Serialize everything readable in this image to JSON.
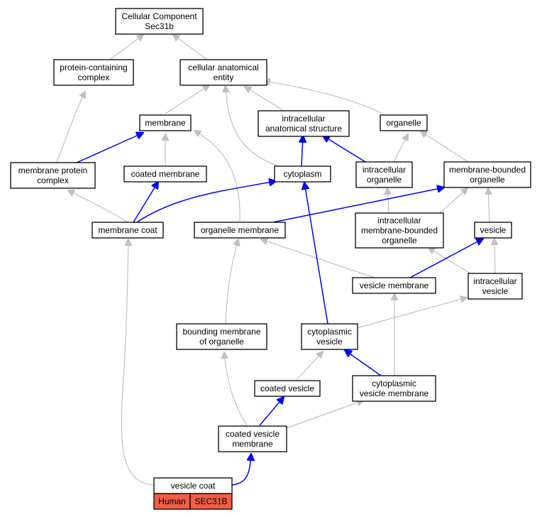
{
  "graph": {
    "nodes": {
      "root": [
        "Cellular Component",
        "Sec31b"
      ],
      "protein_containing_complex": [
        "protein-containing",
        "complex"
      ],
      "cellular_anatomical_entity": [
        "cellular anatomical",
        "entity"
      ],
      "membrane": [
        "membrane"
      ],
      "intracellular_anatomical_structure": [
        "intracellular",
        "anatomical structure"
      ],
      "organelle": [
        "organelle"
      ],
      "membrane_protein_complex": [
        "membrane protein",
        "complex"
      ],
      "coated_membrane": [
        "coated membrane"
      ],
      "cytoplasm": [
        "cytoplasm"
      ],
      "intracellular_organelle": [
        "intracellular",
        "organelle"
      ],
      "membrane_bounded_organelle": [
        "membrane-bounded",
        "organelle"
      ],
      "membrane_coat": [
        "membrane coat"
      ],
      "organelle_membrane": [
        "organelle membrane"
      ],
      "intracellular_membrane_bounded_organelle": [
        "intracellular",
        "membrane-bounded",
        "organelle"
      ],
      "vesicle": [
        "vesicle"
      ],
      "vesicle_membrane": [
        "vesicle membrane"
      ],
      "intracellular_vesicle": [
        "intracellular",
        "vesicle"
      ],
      "bounding_membrane_of_organelle": [
        "bounding membrane",
        "of organelle"
      ],
      "cytoplasmic_vesicle": [
        "cytoplasmic",
        "vesicle"
      ],
      "coated_vesicle": [
        "coated vesicle"
      ],
      "cytoplasmic_vesicle_membrane": [
        "cytoplasmic",
        "vesicle membrane"
      ],
      "coated_vesicle_membrane": [
        "coated vesicle",
        "membrane"
      ],
      "vesicle_coat": [
        "vesicle coat"
      ]
    },
    "annotation": {
      "species": "Human",
      "gene": "SEC31B",
      "color": "#f25c44"
    },
    "colors": {
      "highlight_edge": "#0000ff",
      "normal_edge": "#c0c0c0"
    }
  }
}
